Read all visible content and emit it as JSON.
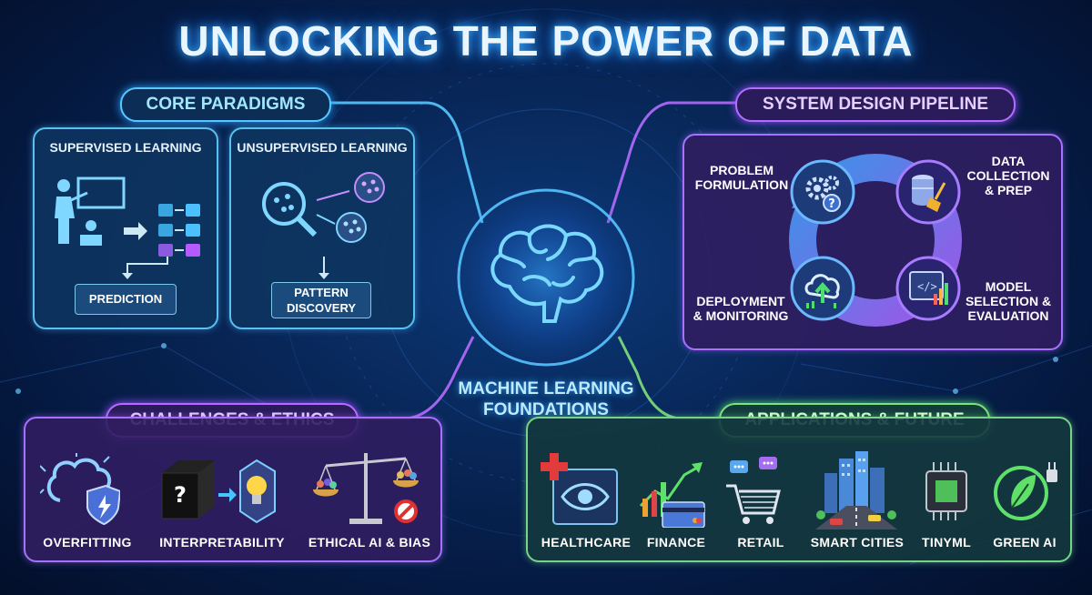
{
  "title": "UNLOCKING THE POWER OF DATA",
  "center": {
    "line1": "MACHINE LEARNING",
    "line2": "FOUNDATIONS"
  },
  "core_paradigms": {
    "heading": "CORE PARADIGMS",
    "supervised": {
      "title": "SUPERVISED LEARNING",
      "output": "PREDICTION"
    },
    "unsupervised": {
      "title": "UNSUPERVISED LEARNING",
      "output_line1": "PATTERN",
      "output_line2": "DISCOVERY"
    }
  },
  "pipeline": {
    "heading": "SYSTEM DESIGN PIPELINE",
    "steps": [
      {
        "line1": "PROBLEM",
        "line2": "FORMULATION",
        "line3": "",
        "icon": "gears-question-icon"
      },
      {
        "line1": "DATA",
        "line2": "COLLECTION",
        "line3": "& PREP",
        "icon": "database-broom-icon"
      },
      {
        "line1": "MODEL",
        "line2": "SELECTION &",
        "line3": "EVALUATION",
        "icon": "code-chart-icon"
      },
      {
        "line1": "DEPLOYMENT",
        "line2": "& MONITORING",
        "line3": "",
        "icon": "cloud-upload-icon"
      }
    ]
  },
  "challenges": {
    "heading": "CHALLENGES & ETHICS",
    "items": [
      {
        "label": "OVERFITTING",
        "icon": "brain-shield-icon"
      },
      {
        "label": "INTERPRETABILITY",
        "icon": "black-box-lightbulb-icon"
      },
      {
        "label": "ETHICAL AI & BIAS",
        "icon": "scales-icon"
      }
    ]
  },
  "applications": {
    "heading": "APPLICATIONS & FUTURE",
    "items": [
      {
        "label": "HEALTHCARE",
        "icon": "medical-eye-icon"
      },
      {
        "label": "FINANCE",
        "icon": "finance-chart-icon"
      },
      {
        "label": "RETAIL",
        "icon": "shopping-cart-icon"
      },
      {
        "label": "SMART CITIES",
        "icon": "city-icon"
      },
      {
        "label": "TINYML",
        "icon": "chip-icon"
      },
      {
        "label": "GREEN AI",
        "icon": "leaf-plug-icon"
      }
    ]
  },
  "colors": {
    "cyan": "#56c8ff",
    "purple": "#b46cff",
    "green": "#7fe07c",
    "background": "#082657"
  }
}
